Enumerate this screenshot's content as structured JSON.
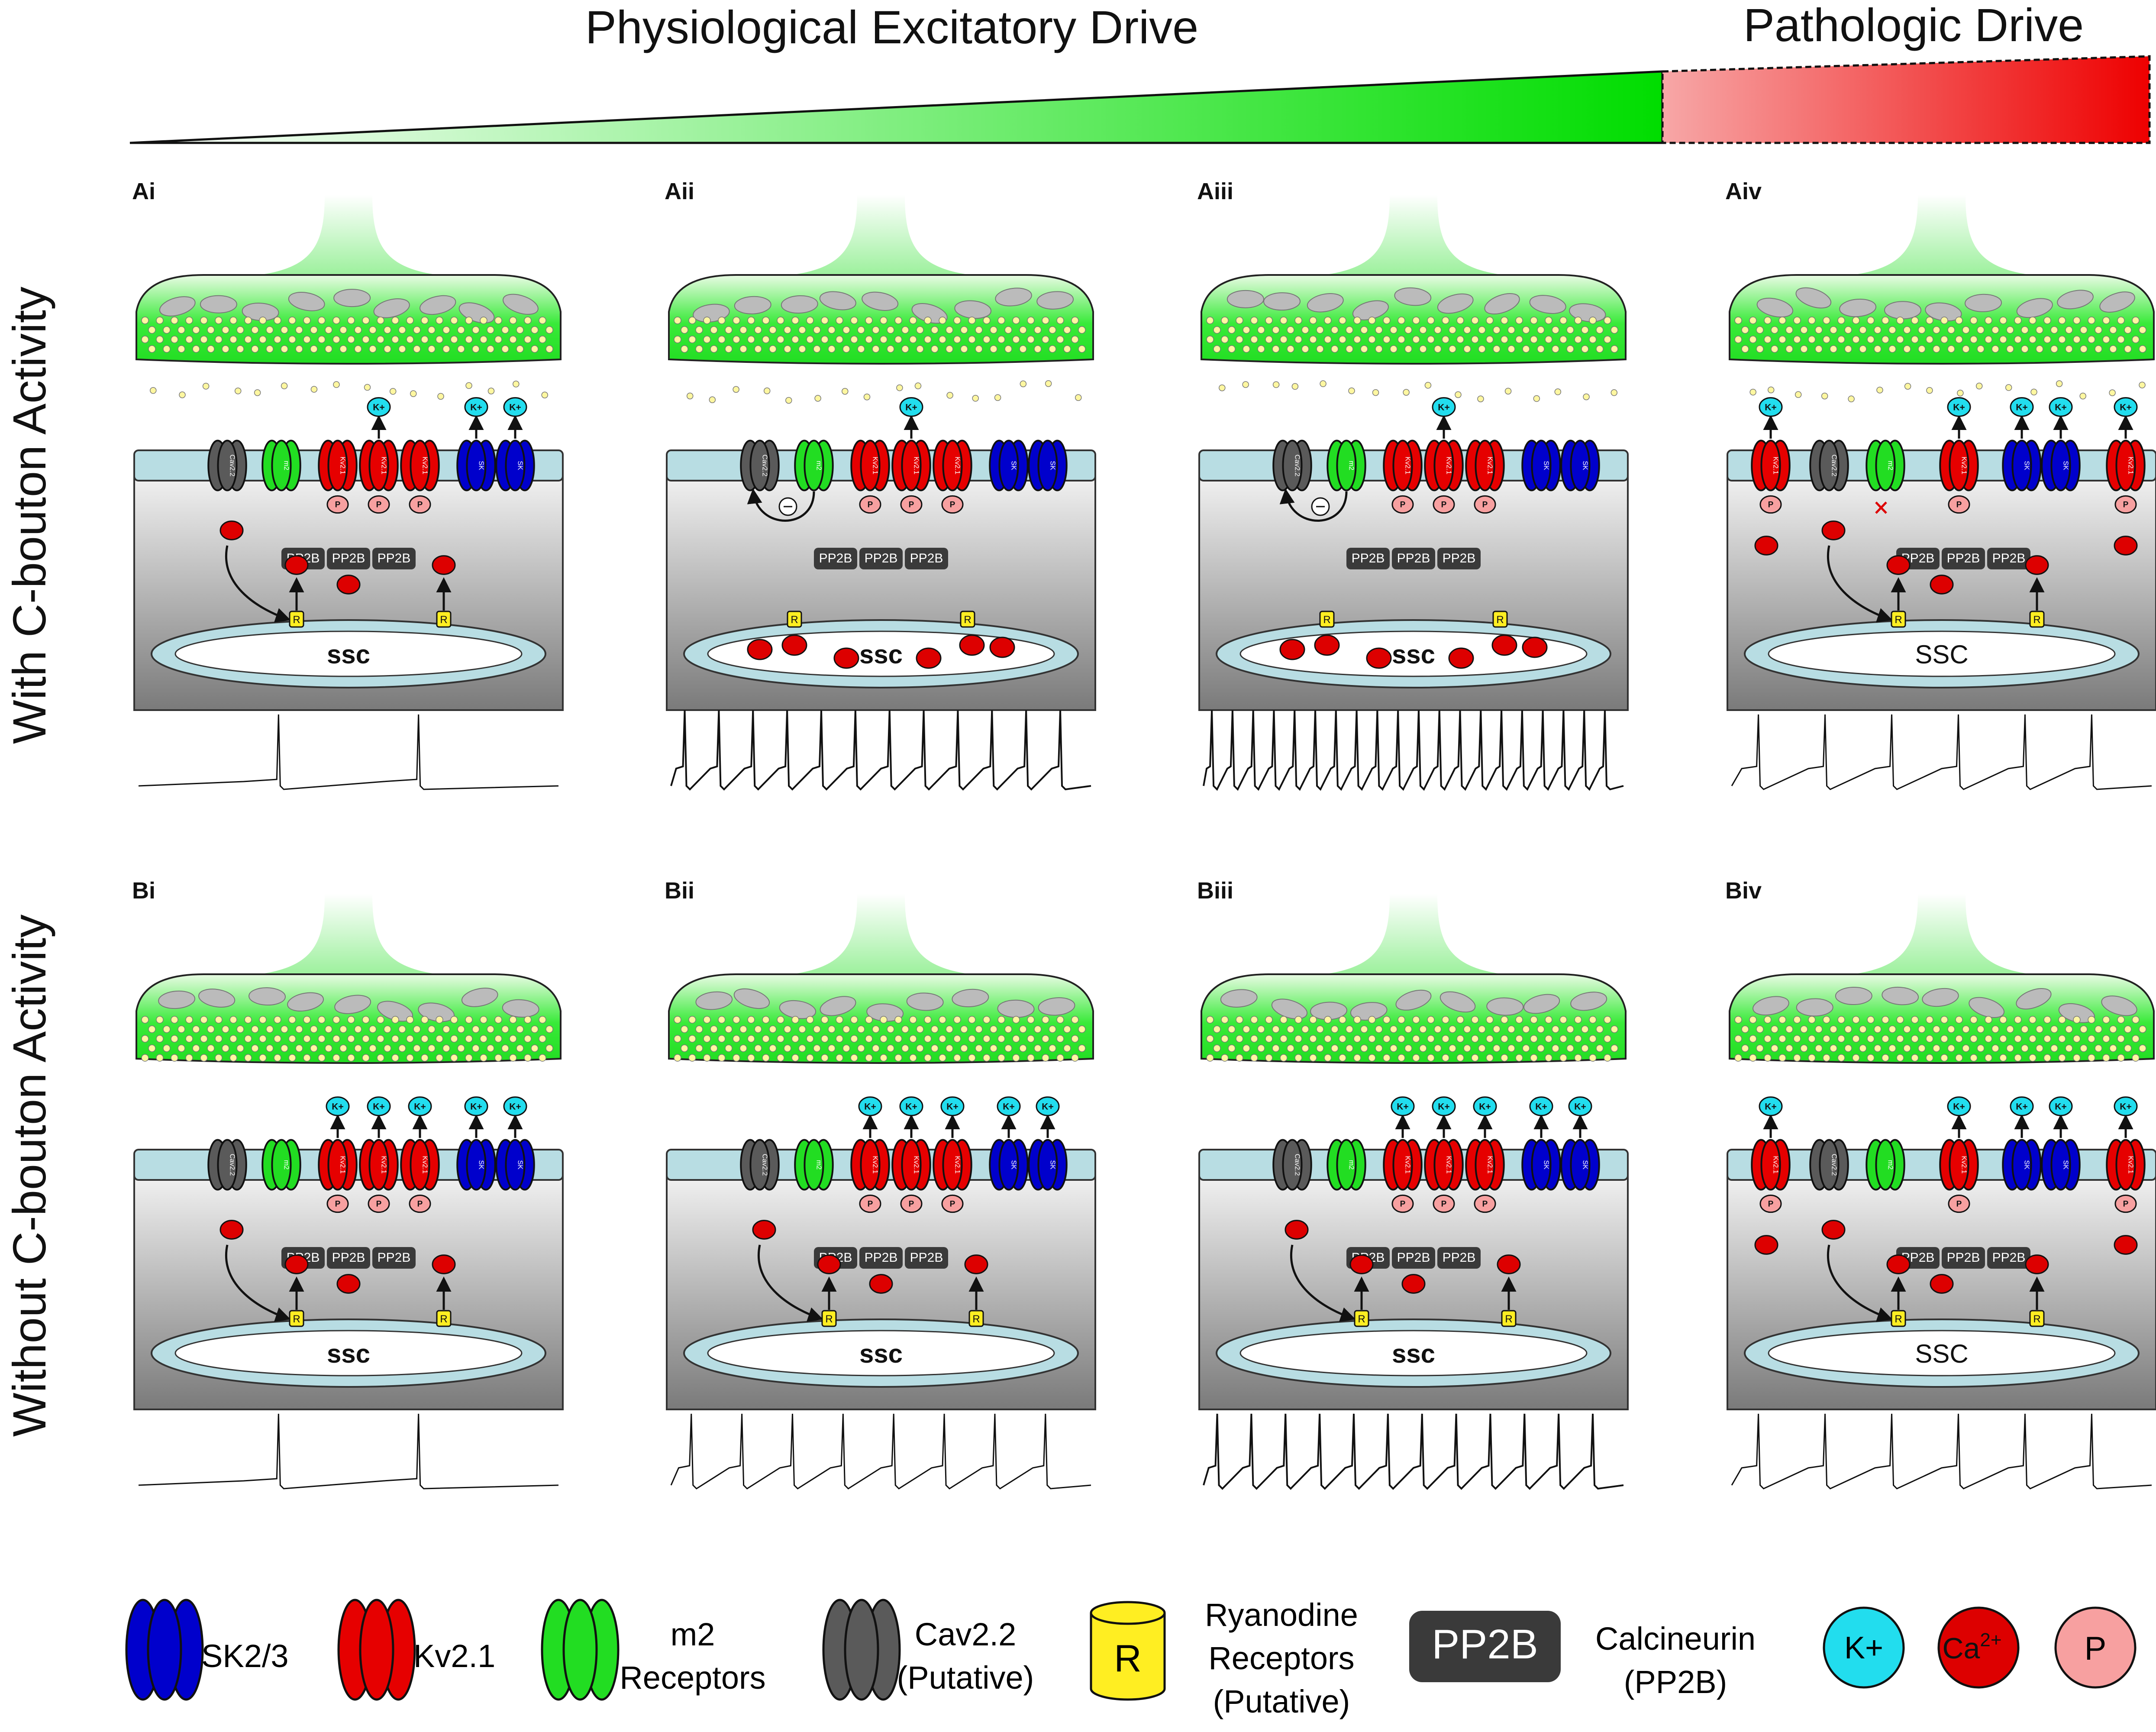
{
  "drive_bar": {
    "physiological_label": "Physiological Excitatory Drive",
    "pathologic_label": "Pathologic Drive"
  },
  "rows": [
    {
      "label": "With C-bouton Activity"
    },
    {
      "label": "Without C-bouton Activity"
    }
  ],
  "panels": [
    {
      "id": "Ai",
      "ssc": "ssc",
      "ssc_bold": true,
      "extra_kv": false,
      "inhibition": false,
      "m2_blocked": false,
      "ca_in_ssc": false,
      "spikes": 2
    },
    {
      "id": "Aii",
      "ssc": "ssc",
      "ssc_bold": true,
      "extra_kv": false,
      "inhibition": true,
      "m2_blocked": false,
      "ca_in_ssc": true,
      "spikes": 12
    },
    {
      "id": "Aiii",
      "ssc": "ssc",
      "ssc_bold": true,
      "extra_kv": false,
      "inhibition": true,
      "m2_blocked": false,
      "ca_in_ssc": true,
      "spikes": 20
    },
    {
      "id": "Aiv",
      "ssc": "SSC",
      "ssc_bold": false,
      "extra_kv": true,
      "inhibition": false,
      "m2_blocked": true,
      "ca_in_ssc": false,
      "spikes": 6
    },
    {
      "id": "Bi",
      "ssc": "ssc",
      "ssc_bold": true,
      "extra_kv": false,
      "inhibition": false,
      "m2_blocked": false,
      "ca_in_ssc": false,
      "spikes": 2
    },
    {
      "id": "Bii",
      "ssc": "ssc",
      "ssc_bold": true,
      "extra_kv": false,
      "inhibition": false,
      "m2_blocked": false,
      "ca_in_ssc": false,
      "spikes": 8
    },
    {
      "id": "Biii",
      "ssc": "ssc",
      "ssc_bold": true,
      "extra_kv": false,
      "inhibition": false,
      "m2_blocked": false,
      "ca_in_ssc": false,
      "spikes": 12
    },
    {
      "id": "Biv",
      "ssc": "SSC",
      "ssc_bold": false,
      "extra_kv": true,
      "inhibition": false,
      "m2_blocked": false,
      "ca_in_ssc": false,
      "spikes": 6
    }
  ],
  "channel_text": {
    "cav": "Cav2.2",
    "m2": "m2",
    "kv": "Kv2.1",
    "sk": "SK",
    "k_ion": "K+",
    "ca_ion": "Ca²⁺",
    "p": "P",
    "pp2b": "PP2B",
    "r": "R"
  },
  "legend": {
    "sk": "SK2/3",
    "kv": "Kv2.1",
    "m2_line1": "m2",
    "m2_line2": "Receptors",
    "cav_line1": "Cav2.2",
    "cav_line2": "(Putative)",
    "ryr_line1": "Ryanodine",
    "ryr_line2": "Receptors",
    "ryr_line3": "(Putative)",
    "ryr_symbol": "R",
    "pp2b_box": "PP2B",
    "pp2b_line1": "Calcineurin",
    "pp2b_line2": "(PP2B)",
    "k_ion": "K+",
    "ca_base": "Ca",
    "ca_sup": "2+",
    "p": "P"
  },
  "colors": {
    "sk": "#0000cc",
    "kv": "#e60000",
    "m2": "#22dd22",
    "cav": "#5a5a5a",
    "k_ion": "#22ddee",
    "ca_ion": "#dd0000",
    "p": "#f7a0a0",
    "pp2b": "#3a3a3a",
    "ryr": "#ffee22",
    "bouton": "#33ee33",
    "membrane": "#b8dde3"
  }
}
